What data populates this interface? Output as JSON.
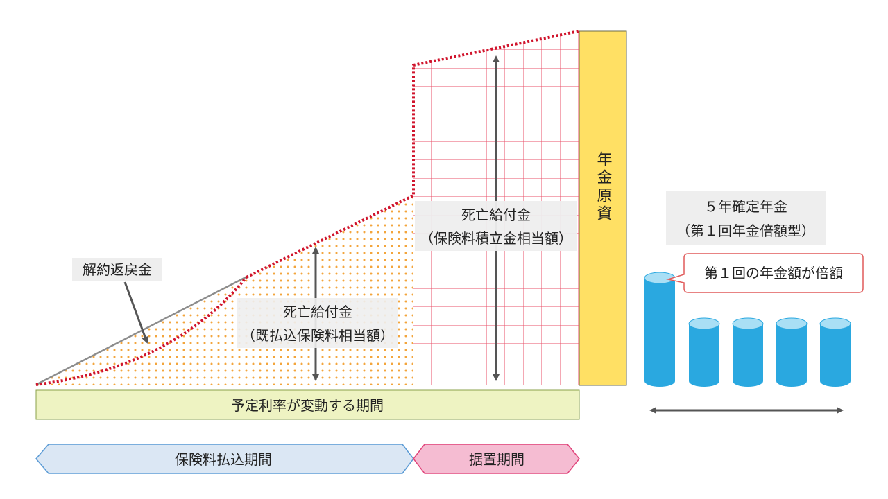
{
  "colors": {
    "grid_line": "#e8506a",
    "dot": "#f3a53c",
    "boundary_dotted": "#d0142c",
    "slope_line": "#8c8c8c",
    "pension_box": "#ffe064",
    "variable_rate_bar": "#eef3c2",
    "premium_period_fill": "#dbe7f4",
    "premium_period_border": "#5b9bd5",
    "deferral_fill": "#f5bcd2",
    "deferral_border": "#e0457b",
    "cylinder_body": "#2aa8e0",
    "cylinder_top": "#a9dff5",
    "callout_border": "#e05a5a",
    "label_bg": "#eeeeee",
    "arrow": "#555555"
  },
  "labels": {
    "surrender": "解約返戻金",
    "death_benefit_1": "死亡給付金",
    "death_benefit_1_sub": "（既払込保険料相当額）",
    "death_benefit_2": "死亡給付金",
    "death_benefit_2_sub": "（保険料積立金相当額）",
    "pension_fund": "年金原資",
    "pension_type": "５年確定年金",
    "pension_type_sub": "（第１回年金倍額型）",
    "callout": "第１回の年金額が倍額",
    "variable_period": "予定利率が変動する期間",
    "premium_period": "保険料払込期間",
    "deferral_period": "据置期間"
  },
  "cylinders": [
    {
      "name": "year-1",
      "relative_height": 2
    },
    {
      "name": "year-2",
      "relative_height": 1
    },
    {
      "name": "year-3",
      "relative_height": 1
    },
    {
      "name": "year-4",
      "relative_height": 1
    },
    {
      "name": "year-5",
      "relative_height": 1
    }
  ]
}
